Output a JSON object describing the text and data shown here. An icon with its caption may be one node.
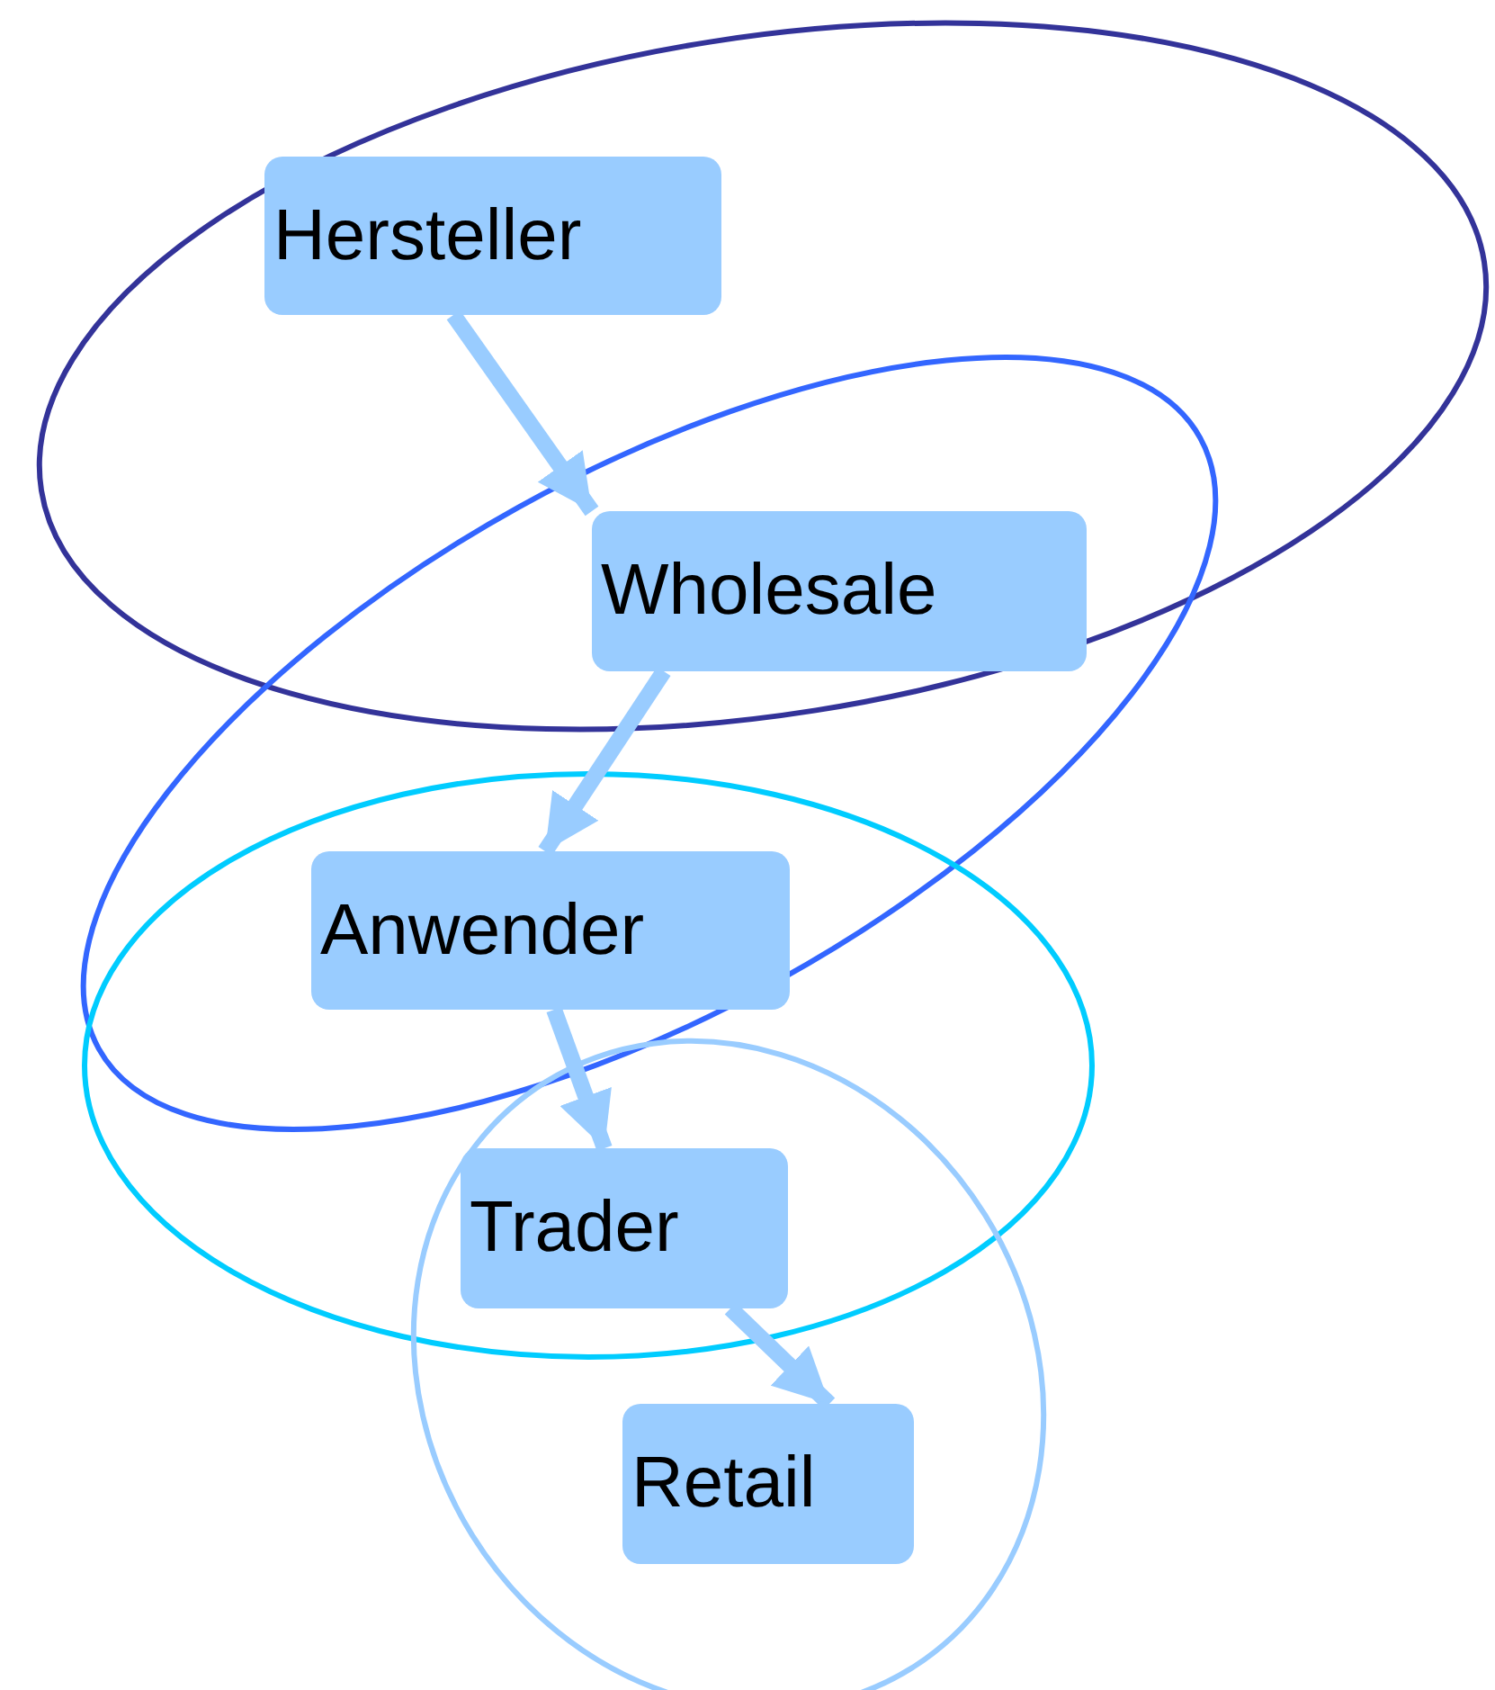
{
  "diagram": {
    "nodes": [
      {
        "text": [
          "Hersteller"
        ]
      },
      {
        "text": [
          "Wholesale"
        ]
      },
      {
        "text": [
          "Anwender"
        ]
      },
      {
        "text": [
          "Trader"
        ]
      },
      {
        "text": [
          "Retail"
        ]
      }
    ],
    "edges": [
      {
        "from": 0,
        "to": 1,
        "arrow": "to"
      },
      {
        "from": 1,
        "to": 2,
        "arrow": "to"
      },
      {
        "from": 2,
        "to": 3,
        "arrow": "to"
      },
      {
        "from": 3,
        "to": 4,
        "arrow": "to"
      }
    ]
  }
}
